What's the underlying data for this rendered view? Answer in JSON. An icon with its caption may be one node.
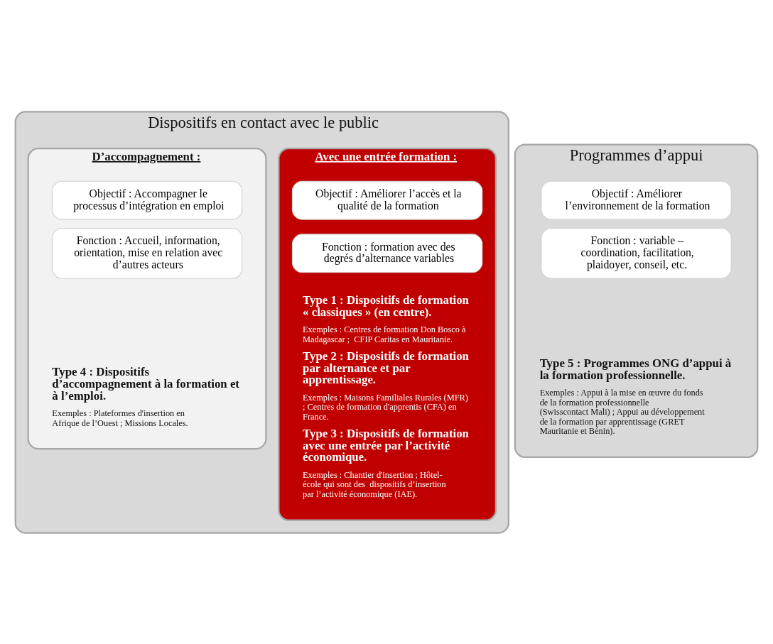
{
  "diagram": {
    "nodes": [
      {
        "text": [
          "Dispositifs en contact avec le public"
        ]
      },
      {
        "text": [
          "Avec une entrée formation :",
          "Type 1 : Dispositifs de formation « classiques » (en centre).",
          "Exemples : Centres de formation Don Bosco à Madagascar ;  CFIP Caritas en Mauritanie.",
          "Type 2 : Dispositifs de formation par alternance et par apprentissage.",
          "Exemples : Maisons Familiales Rurales (MFR) ; Centres de formation d'apprentis (CFA) en France.",
          "Type 3 : Dispositifs de formation avec une entrée par l’activité économique.",
          "Exemples : Chantier d'insertion ; Hôtel-école qui sont des  dispositifs d’insertion par l’activité économique (IAE)."
        ],
        "in": 0
      },
      {
        "text": [
          "Objectif : Améliorer l’accès et la qualité de la formation"
        ],
        "in": 1
      },
      {
        "text": [
          "Fonction : formation avec des degrés d’alternance variables"
        ],
        "in": 1
      },
      {
        "text": [
          "D’accompagnement :",
          "Type 4 : Dispositifs d’accompagnement à la formation et à l’emploi.",
          "Exemples : Plateformes d'insertion en Afrique de l’Ouest ; Missions Locales."
        ],
        "in": 0
      },
      {
        "text": [
          "Objectif : Accompagner le processus d’intégration en emploi"
        ],
        "in": 4
      },
      {
        "text": [
          "Fonction : Accueil, information, orientation, mise en relation avec d’autres acteurs"
        ],
        "in": 4
      },
      {
        "text": [
          "Programmes d’appui",
          "Type 5 : Programmes ONG d’appui à la formation professionnelle.",
          "Exemples : Appui à la mise en œuvre du fonds de la formation professionnelle (Swisscontact Mali) ; Appui au développement de la formation par apprentissage (GRET Mauritanie et Bénin)."
        ]
      },
      {
        "text": [
          "Objectif : Améliorer l’environnement de la formation"
        ],
        "in": 7
      },
      {
        "text": [
          "Fonction : variable – coordination, facilitation, plaidoyer, conseil, etc."
        ],
        "in": 7
      }
    ]
  }
}
